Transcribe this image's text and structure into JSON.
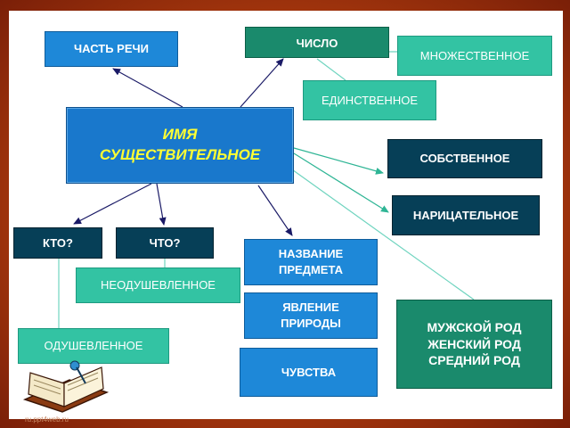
{
  "diagram": {
    "center": {
      "text": "ИМЯ\nСУЩЕСТВИТЕЛЬНОЕ"
    },
    "nodes": {
      "chast_rechi": "ЧАСТЬ РЕЧИ",
      "chislo": "ЧИСЛО",
      "mnozhestvennoe": "МНОЖЕСТВЕННОЕ",
      "edinstvennoe": "ЕДИНСТВЕННОЕ",
      "sobstvennoe": "СОБСТВЕННОЕ",
      "naritsatelnoe": "НАРИЦАТЕЛЬНОЕ",
      "kto": "КТО?",
      "chto": "ЧТО?",
      "neodushevlennoe": "НЕОДУШЕВЛЕННОЕ",
      "odushevlennoe": "ОДУШЕВЛЕННОЕ",
      "nazvanie_predmeta": "НАЗВАНИЕ\nПРЕДМЕТА",
      "yavlenie_prirody": "ЯВЛЕНИЕ\nПРИРОДЫ",
      "chuvstva": "ЧУВСТВА",
      "rod": "МУЖСКОЙ РОД\nЖЕНСКИЙ РОД\nСРЕДНИЙ РОД"
    }
  },
  "colors": {
    "blue_box": "#1e88d8",
    "teal_box": "#1a8a6c",
    "dark_box": "#063f57",
    "mint_box": "#33c3a3",
    "center_text": "#ffff33",
    "arrow_dark": "#1a1a66",
    "connector_mint": "#6fd4bf",
    "background": "#b8410f"
  },
  "watermark": "ru.ppt4web.ru"
}
